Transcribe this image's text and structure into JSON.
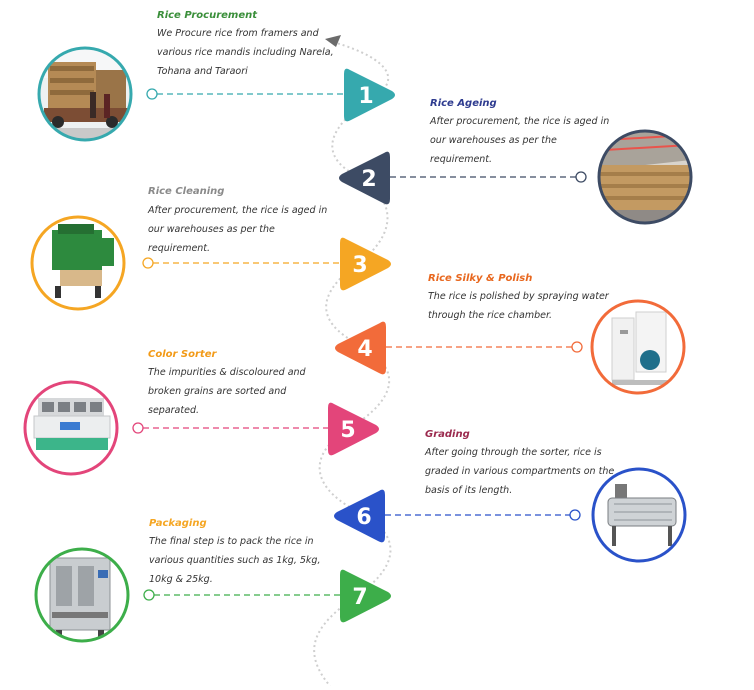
{
  "steps": [
    {
      "num": "1",
      "title": "Rice Procurement",
      "desc": "We Procure rice from framers and various rice mandis including Narela, Tohana and Taraori",
      "color": "#36a9ae",
      "title_color": "#3a8f3a",
      "side": "left",
      "image": "trucks-loading-photo"
    },
    {
      "num": "2",
      "title": "Rice Ageing",
      "desc": "After procurement, the rice is aged in our warehouses as per the requirement.",
      "color": "#3d4b64",
      "title_color": "#2e3b8f",
      "side": "right",
      "image": "warehouse-photo"
    },
    {
      "num": "3",
      "title": "Rice Cleaning",
      "desc": "After procurement, the rice is aged in our warehouses as per the requirement.",
      "color": "#f5a623",
      "title_color": "#8a8a8a",
      "side": "left",
      "image": "cleaning-machine-photo"
    },
    {
      "num": "4",
      "title": "Rice Silky & Polish",
      "desc": "The rice is polished by spraying water through the rice chamber.",
      "color": "#f26b3a",
      "title_color": "#e8671e",
      "side": "right",
      "image": "polisher-machine-photo"
    },
    {
      "num": "5",
      "title": "Color Sorter",
      "desc": "The impurities & discoloured and broken grains are sorted and separated.",
      "color": "#e3457a",
      "title_color": "#f29a17",
      "side": "left",
      "image": "color-sorter-photo"
    },
    {
      "num": "6",
      "title": "Grading",
      "desc": "After going through the sorter, rice is graded in various compartments on the basis of its length.",
      "color": "#2a52c9",
      "title_color": "#9b2a4e",
      "side": "right",
      "image": "grading-machine-photo"
    },
    {
      "num": "7",
      "title": "Packaging",
      "desc": "The final step is to pack the rice in various quantities such as 1kg, 5kg, 10kg & 25kg.",
      "color": "#3dae4a",
      "title_color": "#f5a623",
      "side": "left",
      "image": "packaging-machine-photo"
    }
  ]
}
